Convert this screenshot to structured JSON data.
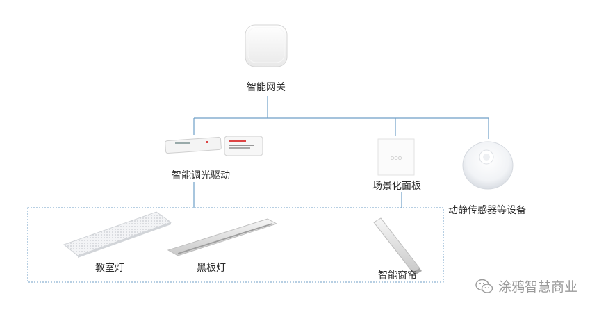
{
  "nodes": {
    "gateway": "智能网关",
    "dimmer": "智能调光驱动",
    "panel": "场景化面板",
    "sensor": "动静传感器等设备",
    "classroom_light": "教室灯",
    "blackboard_light": "黑板灯",
    "curtain": "智能窗帘"
  },
  "panel_text": "OOO",
  "watermark": {
    "text": "涂鸦智慧商业",
    "icon": "wechat-icon"
  },
  "colors": {
    "line": "#6f9fc7",
    "dotted_box": "#6f9fc7"
  }
}
